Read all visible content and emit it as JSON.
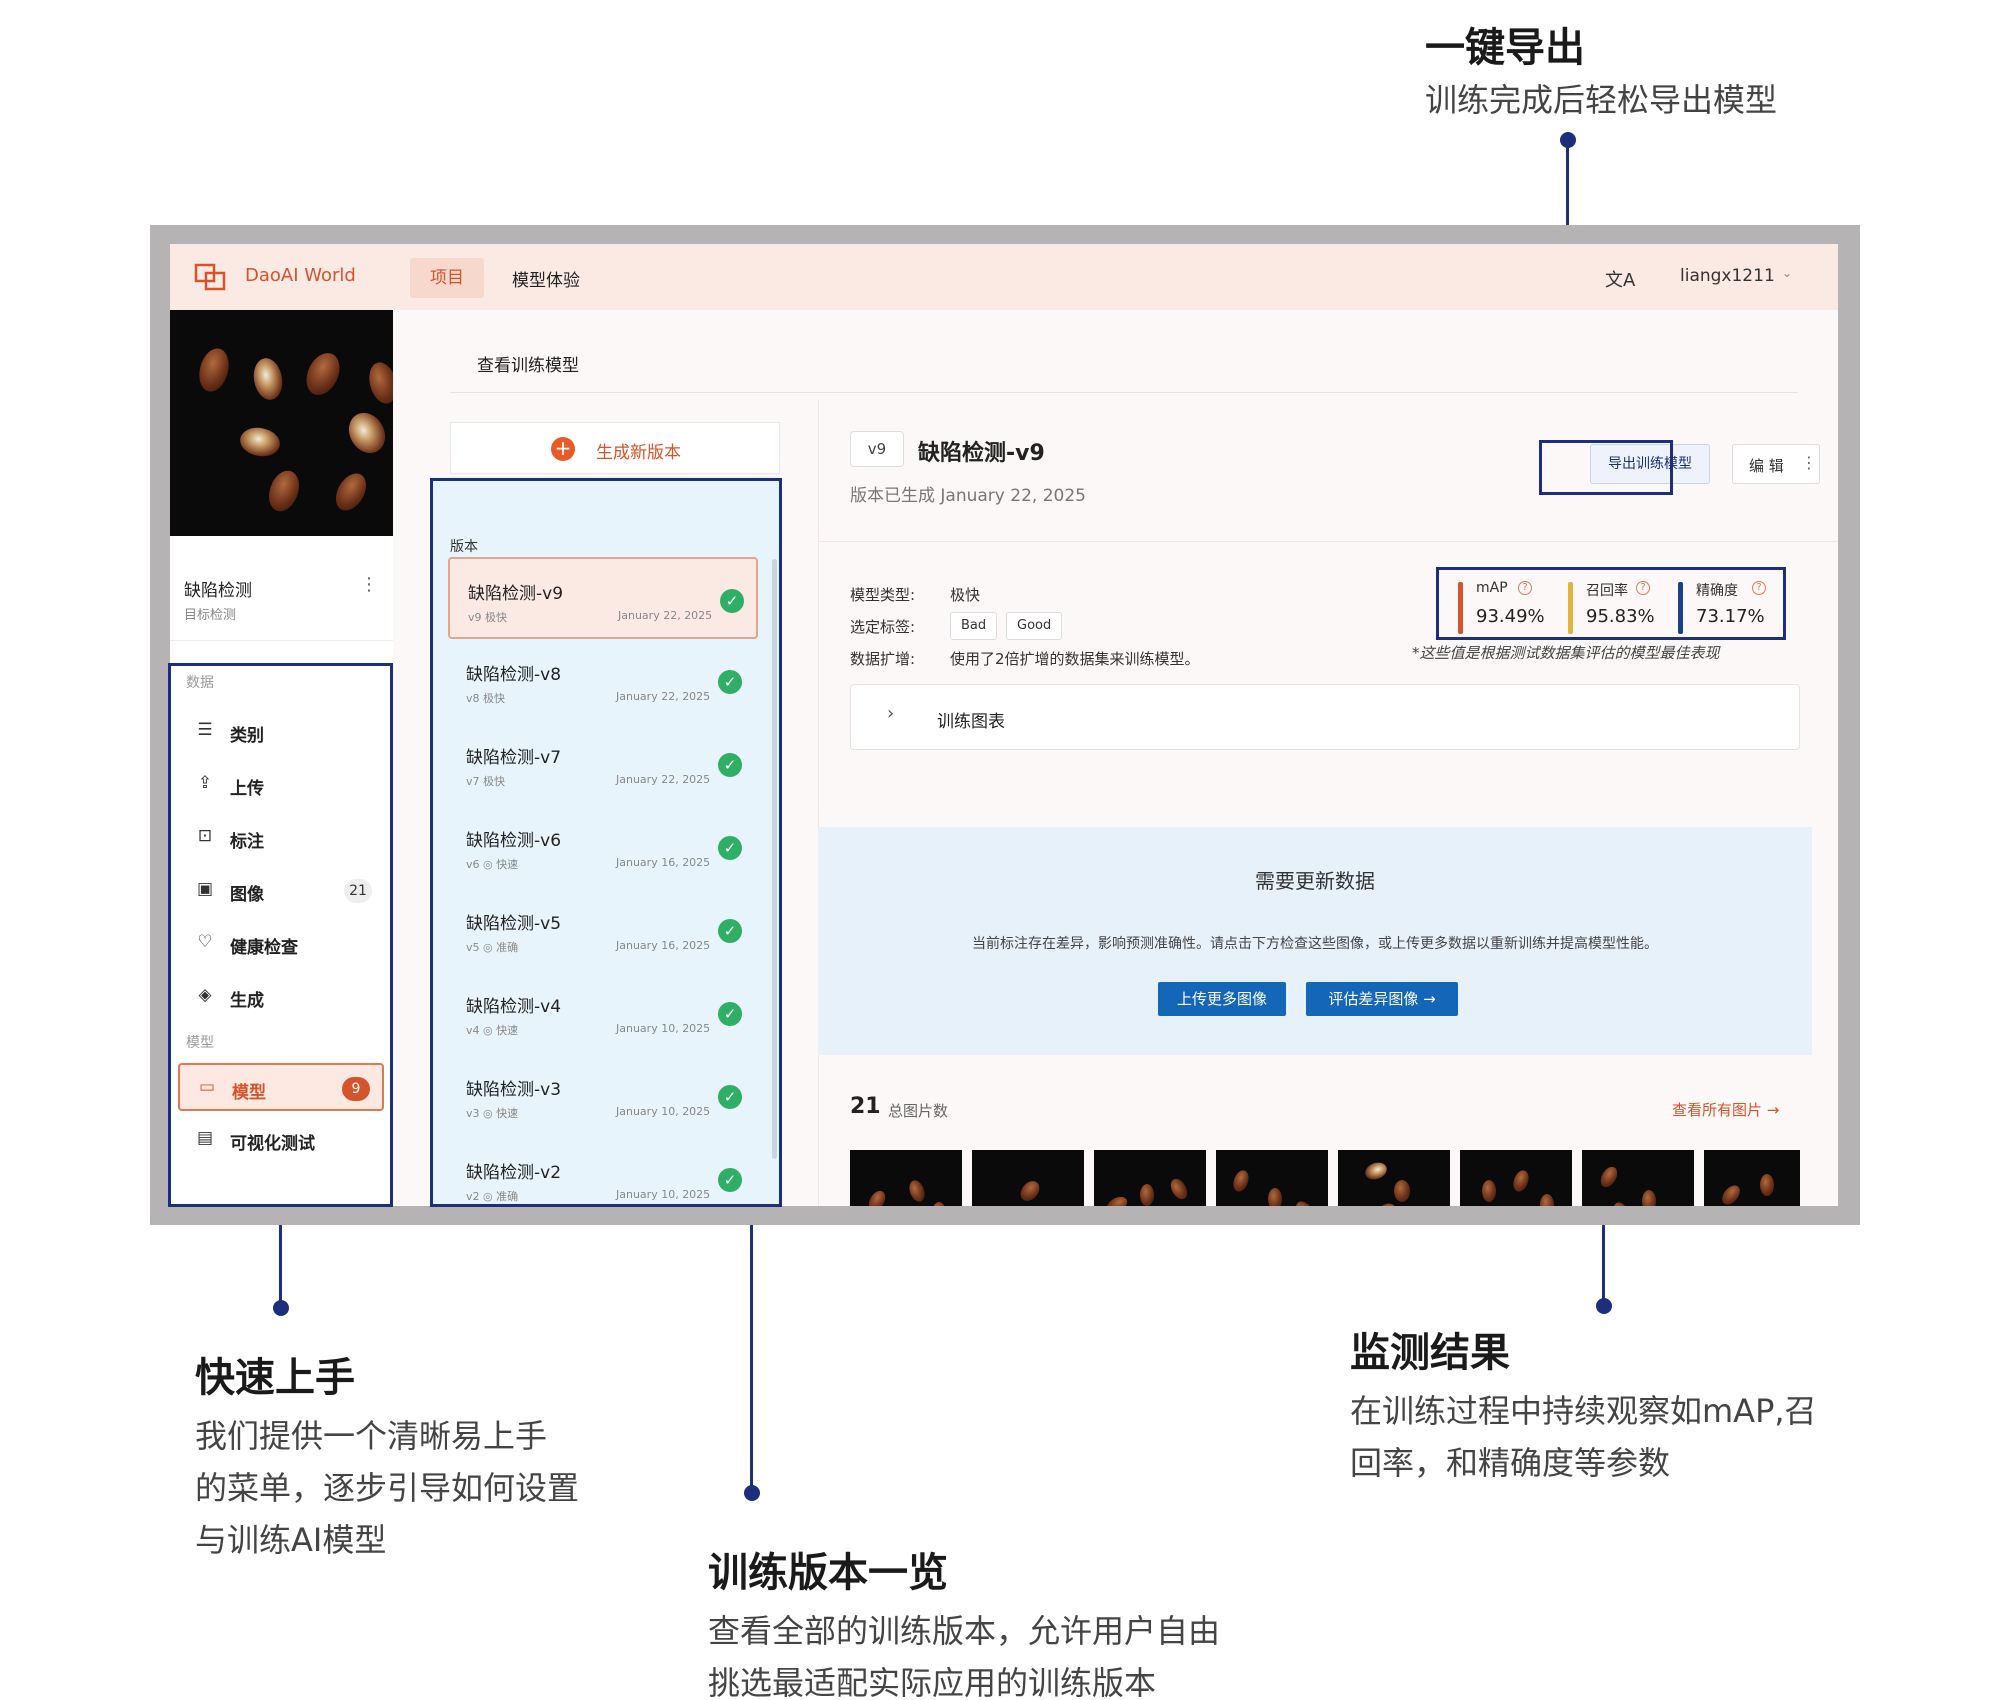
{
  "annotations": {
    "export": {
      "title": "一键导出",
      "desc": "训练完成后轻松导出模型"
    },
    "quickstart": {
      "title": "快速上手",
      "desc": [
        "我们提供一个清晰易上手",
        "的菜单，逐步引导如何设置",
        "与训练AI模型"
      ]
    },
    "versions": {
      "title": "训练版本一览",
      "desc": [
        "查看全部的训练版本，允许用户自由",
        "挑选最适配实际应用的训练版本"
      ]
    },
    "monitor": {
      "title": "监测结果",
      "desc": [
        "在训练过程中持续观察如mAP,召",
        "回率，和精确度等参数"
      ]
    }
  },
  "header": {
    "brand": "DaoAI World",
    "nav_project": "项目",
    "nav_model": "模型体验",
    "translate_icon": "translate-icon",
    "user": "liangx1211"
  },
  "sidebar": {
    "project_name": "缺陷检测",
    "project_type": "目标检测",
    "section_data": "数据",
    "section_model": "模型",
    "items": [
      {
        "label": "类别",
        "icon": "list-icon",
        "glyph": "☰"
      },
      {
        "label": "上传",
        "icon": "upload-icon",
        "glyph": "⇪"
      },
      {
        "label": "标注",
        "icon": "annotate-icon",
        "glyph": "⊡"
      },
      {
        "label": "图像",
        "icon": "image-icon",
        "glyph": "▣",
        "count": "21"
      },
      {
        "label": "健康检查",
        "icon": "heart-icon",
        "glyph": "♡"
      },
      {
        "label": "生成",
        "icon": "layers-icon",
        "glyph": "◈"
      },
      {
        "label": "模型",
        "icon": "folder-icon",
        "glyph": "▭",
        "count": "9"
      },
      {
        "label": "可视化测试",
        "icon": "document-icon",
        "glyph": "▤"
      }
    ]
  },
  "main": {
    "page_title": "查看训练模型",
    "generate_label": "生成新版本",
    "versions_header": "版本",
    "versions": [
      {
        "name": "缺陷检测-v9",
        "meta": "v9    极快",
        "date": "January 22, 2025"
      },
      {
        "name": "缺陷检测-v8",
        "meta": "v8    极快",
        "date": "January 22, 2025"
      },
      {
        "name": "缺陷检测-v7",
        "meta": "v7    极快",
        "date": "January 22, 2025"
      },
      {
        "name": "缺陷检测-v6",
        "meta": "v6  ◎  快速",
        "date": "January 16, 2025"
      },
      {
        "name": "缺陷检测-v5",
        "meta": "v5  ◎  准确",
        "date": "January 16, 2025"
      },
      {
        "name": "缺陷检测-v4",
        "meta": "v4  ◎  快速",
        "date": "January 10, 2025"
      },
      {
        "name": "缺陷检测-v3",
        "meta": "v3  ◎  快速",
        "date": "January 10, 2025"
      },
      {
        "name": "缺陷检测-v2",
        "meta": "v2  ◎  准确",
        "date": "January 10, 2025"
      }
    ],
    "detail": {
      "version_tag": "v9",
      "title": "缺陷检测-v9",
      "subtitle": "版本已生成 January 22, 2025",
      "export_label": "导出训练模型",
      "edit_label": "编 辑",
      "model_type_key": "模型类型:",
      "model_type_val": "极快",
      "labels_key": "选定标签:",
      "labels": [
        "Bad",
        "Good"
      ],
      "augment_key": "数据扩增:",
      "augment_val": "使用了2倍扩增的数据集来训练模型。",
      "metrics": [
        {
          "name": "mAP",
          "value": "93.49%",
          "color": "#d4552b"
        },
        {
          "name": "召回率",
          "value": "95.83%",
          "color": "#e3b341"
        },
        {
          "name": "精确度",
          "value": "73.17%",
          "color": "#1d3e8a"
        }
      ],
      "metrics_note": "*这些值是根据测试数据集评估的模型最佳表现",
      "chart_label": "训练图表",
      "notice_title": "需要更新数据",
      "notice_msg": "当前标注存在差异，影响预测准确性。请点击下方检查这些图像，或上传更多数据以重新训练并提高模型性能。",
      "upload_btn": "上传更多图像",
      "evaluate_btn": "评估差异图像  →",
      "image_count": "21",
      "image_count_label": "总图片数",
      "view_all": "查看所有图片 →"
    }
  }
}
